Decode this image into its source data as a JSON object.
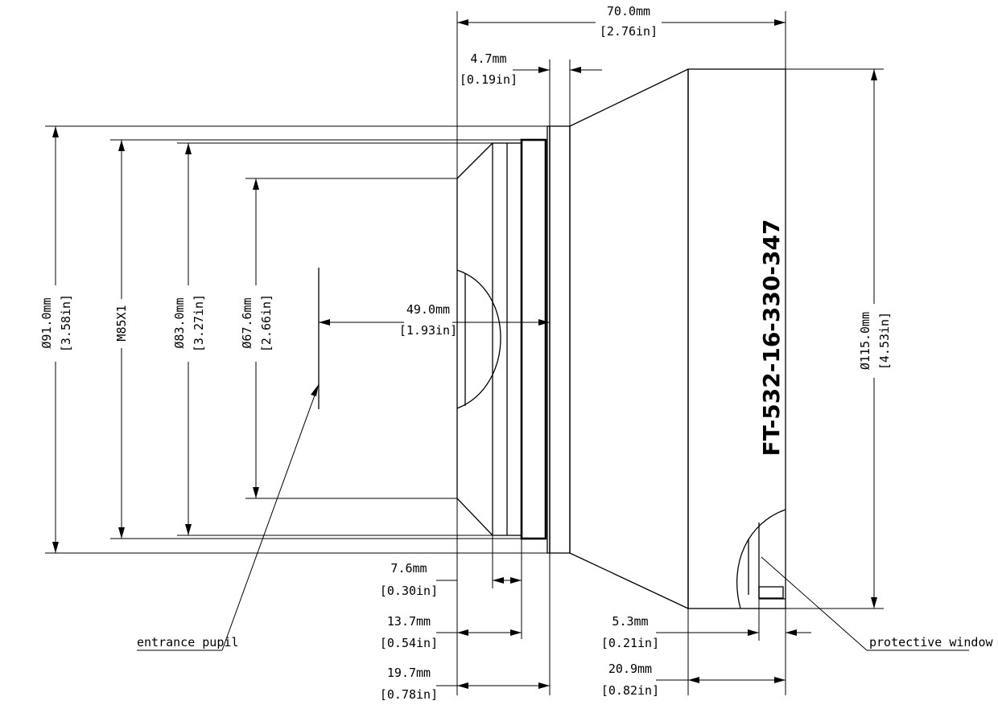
{
  "part_number": "FT-532-16-330-347",
  "dimensions": {
    "overall_length": {
      "mm": "70.0mm",
      "in": "[2.76in]"
    },
    "flange_gap": {
      "mm": "4.7mm",
      "in": "[0.19in]"
    },
    "dia_91": {
      "mm": "Ø91.0mm",
      "in": "[3.58in]"
    },
    "thread": {
      "label": "M85X1"
    },
    "dia_83": {
      "mm": "Ø83.0mm",
      "in": "[3.27in]"
    },
    "dia_67": {
      "mm": "Ø67.6mm",
      "in": "[2.66in]"
    },
    "pupil_dist": {
      "mm": "49.0mm",
      "in": "[1.93in]"
    },
    "dia_115": {
      "mm": "Ø115.0mm",
      "in": "[4.53in]"
    },
    "len_7_6": {
      "mm": "7.6mm",
      "in": "[0.30in]"
    },
    "len_13_7": {
      "mm": "13.7mm",
      "in": "[0.54in]"
    },
    "len_19_7": {
      "mm": "19.7mm",
      "in": "[0.78in]"
    },
    "len_5_3": {
      "mm": "5.3mm",
      "in": "[0.21in]"
    },
    "len_20_9": {
      "mm": "20.9mm",
      "in": "[0.82in]"
    }
  },
  "callouts": {
    "entrance_pupil": "entrance pupil",
    "protective_window": "protective window"
  }
}
